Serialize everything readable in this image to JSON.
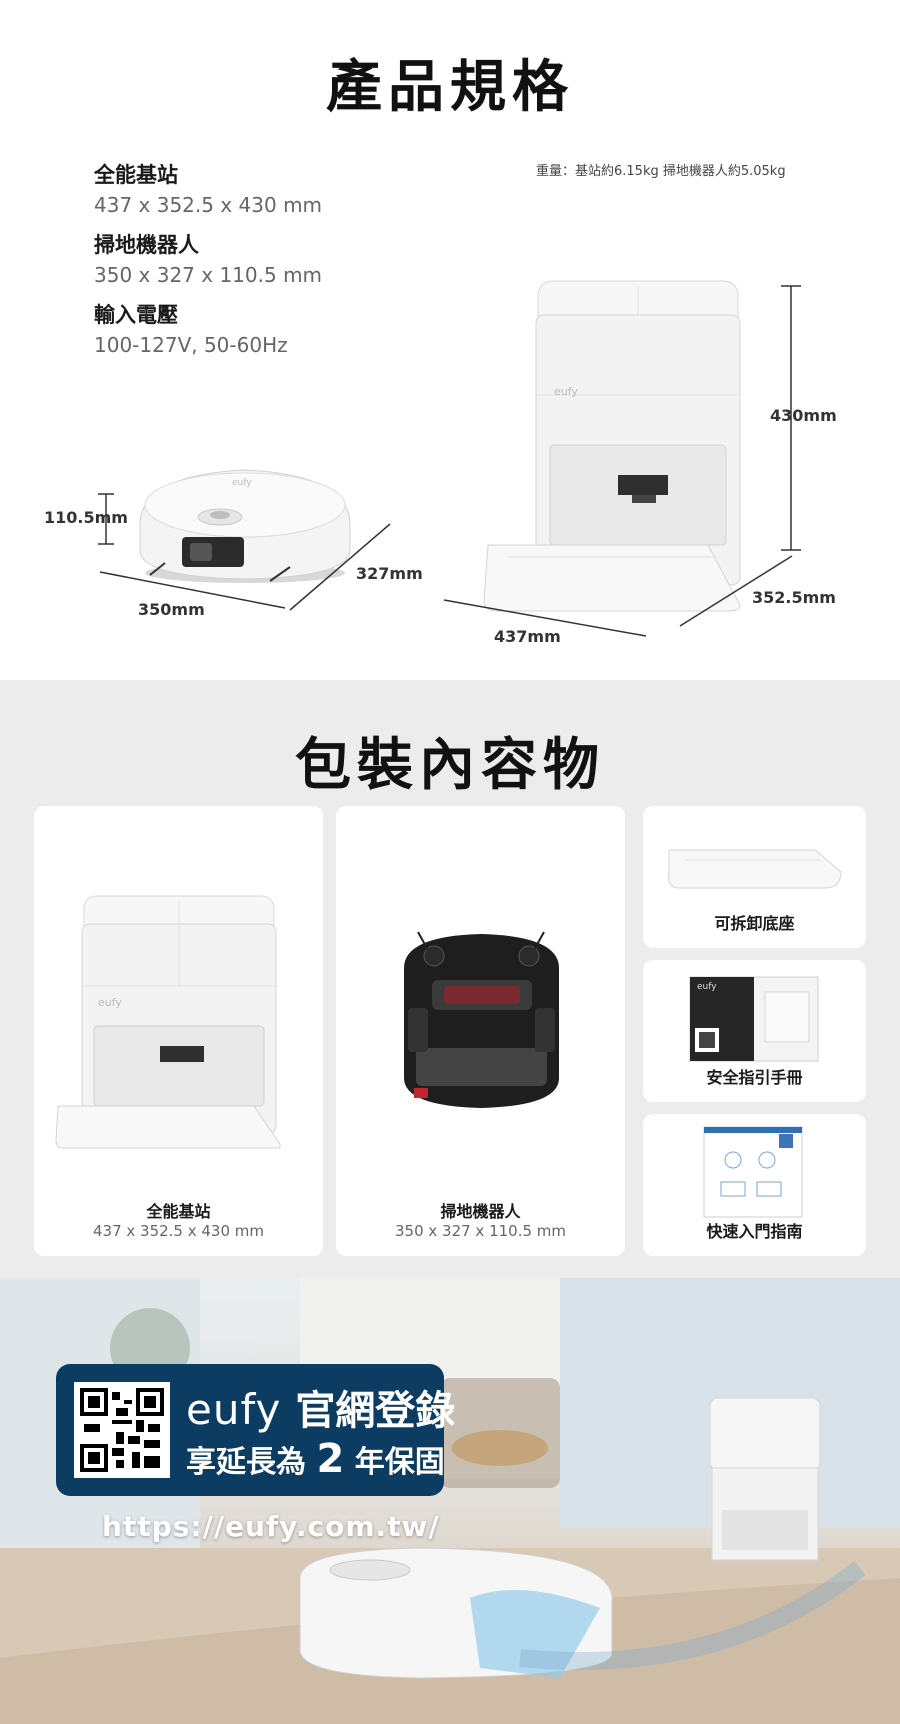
{
  "spec": {
    "title": "產品規格",
    "items": [
      {
        "name": "全能基站",
        "value": "437 x 352.5 x 430 mm"
      },
      {
        "name": "掃地機器人",
        "value": "350 x 327 x 110.5 mm"
      },
      {
        "name": "輸入電壓",
        "value": "100-127V, 50-60Hz"
      }
    ],
    "weight": "重量：基站約6.15kg  掃地機器人約5.05kg",
    "dims": {
      "robot_height": "110.5mm",
      "robot_depth": "327mm",
      "robot_width": "350mm",
      "station_height": "430mm",
      "station_depth": "352.5mm",
      "station_width": "437mm"
    },
    "logo_text": "eufy"
  },
  "package": {
    "title": "包裝內容物",
    "cards": [
      {
        "label": "全能基站",
        "sub": "437 x 352.5 x 430 mm"
      },
      {
        "label": "掃地機器人",
        "sub": "350 x 327 x 110.5 mm"
      },
      {
        "label": "可拆卸底座"
      },
      {
        "label": "安全指引手冊"
      },
      {
        "label": "快速入門指南"
      }
    ]
  },
  "banner": {
    "brand": "eufy",
    "line1_rest": "官網登錄",
    "line2_pre": "享延長為",
    "line2_num": "2",
    "line2_post": "年保固",
    "url": "https://eufy.com.tw/"
  },
  "colors": {
    "promo_bg": "#0d3c62",
    "package_bg": "#ececec"
  }
}
